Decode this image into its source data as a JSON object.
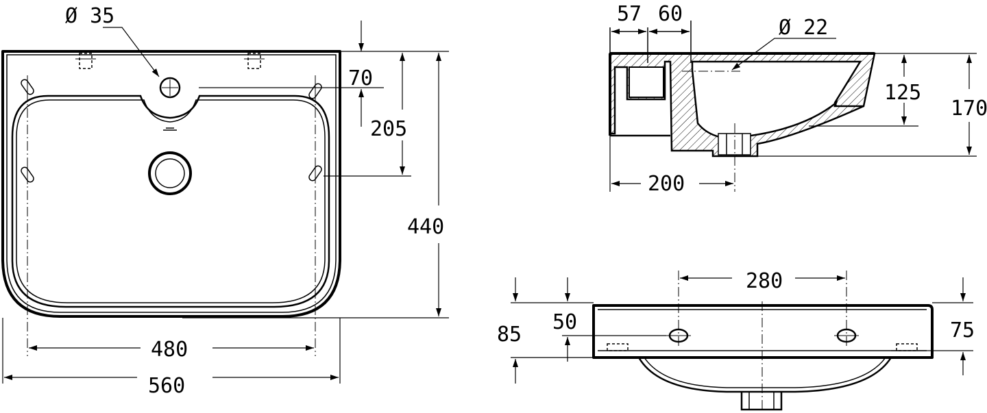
{
  "drawing": {
    "top_view": {
      "dim_tap_hole": "Ø 35",
      "dim_overflow_offset": "70",
      "dim_fixing_spacing": "205",
      "dim_depth": "440",
      "dim_fixing_width": "480",
      "dim_width": "560"
    },
    "section_view": {
      "dim_rim": "57",
      "dim_rim_inner": "60",
      "dim_overflow_hole": "Ø 22",
      "dim_bowl_depth": "125",
      "dim_total_height": "170",
      "dim_waste_offset": "200"
    },
    "front_view": {
      "dim_fixing_centres": "280",
      "dim_left_height": "85",
      "dim_left_hole_height": "50",
      "dim_right_height": "75"
    }
  }
}
